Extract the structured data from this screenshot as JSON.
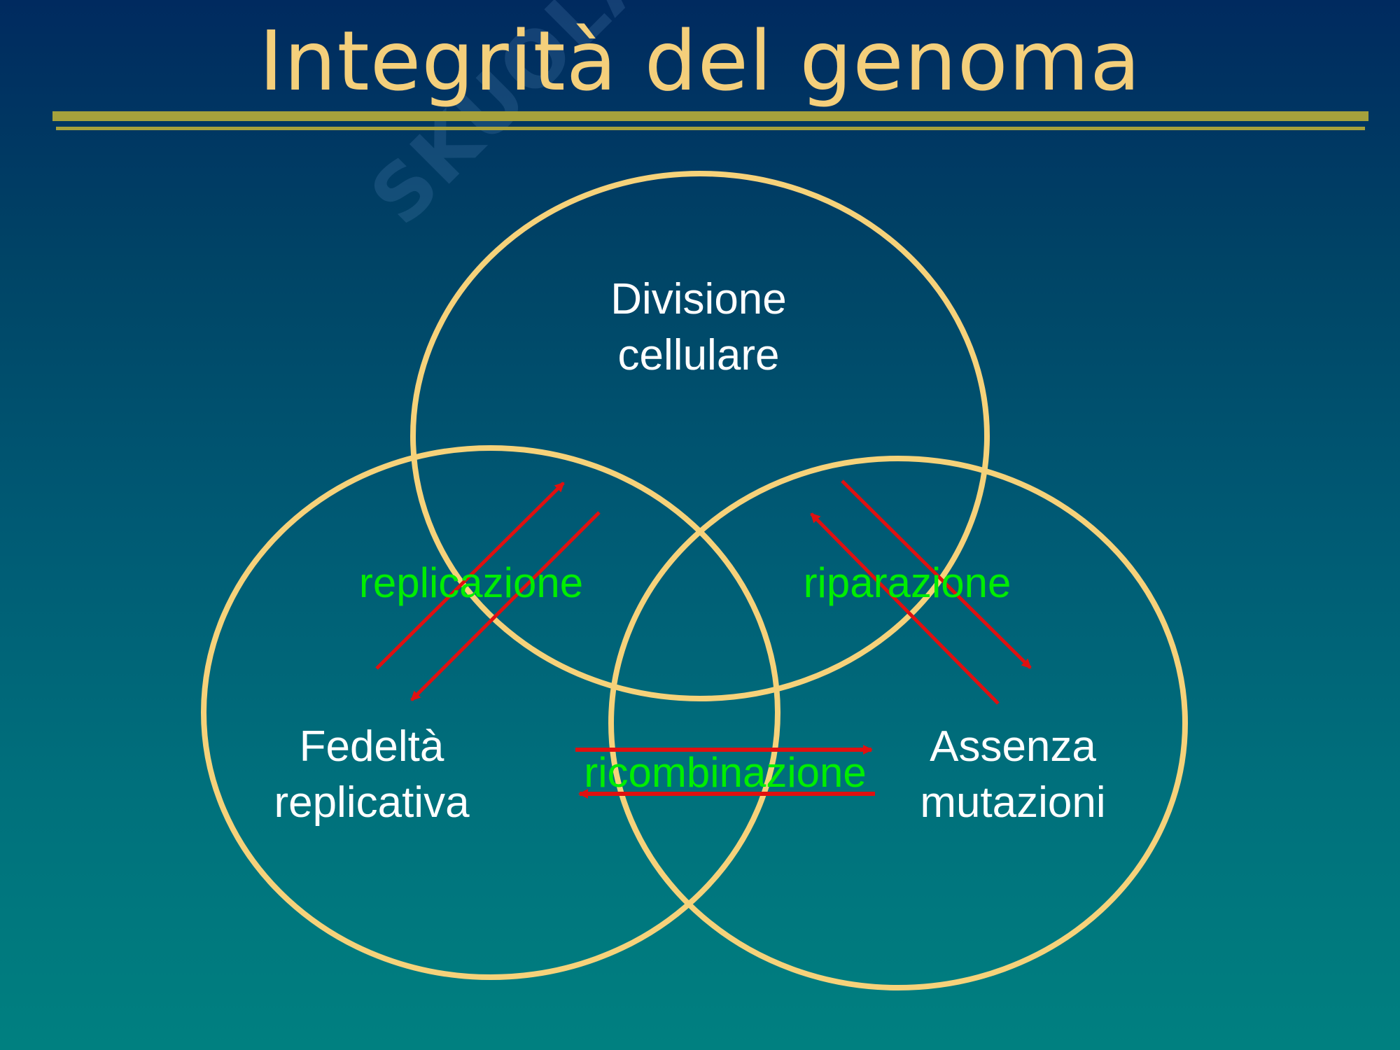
{
  "title": "Integrità del genoma",
  "watermark": "SKUOLA.net",
  "circles": {
    "top": {
      "line1": "Divisione",
      "line2": "cellulare"
    },
    "left": {
      "line1": "Fedeltà",
      "line2": "replicativa"
    },
    "right": {
      "line1": "Assenza",
      "line2": "mutazioni"
    }
  },
  "processes": {
    "left_top": "replicazione",
    "top_right": "riparazione",
    "left_right": "ricombinazione"
  },
  "colors": {
    "background_top": "#002a5f",
    "background_bottom": "#008080",
    "title": "#f4cf7b",
    "rule": "#a6a13c",
    "circle_stroke": "#f6d27a",
    "arrow": "#e01010",
    "process_label": "#00ee00",
    "circle_label": "#ffffff"
  }
}
